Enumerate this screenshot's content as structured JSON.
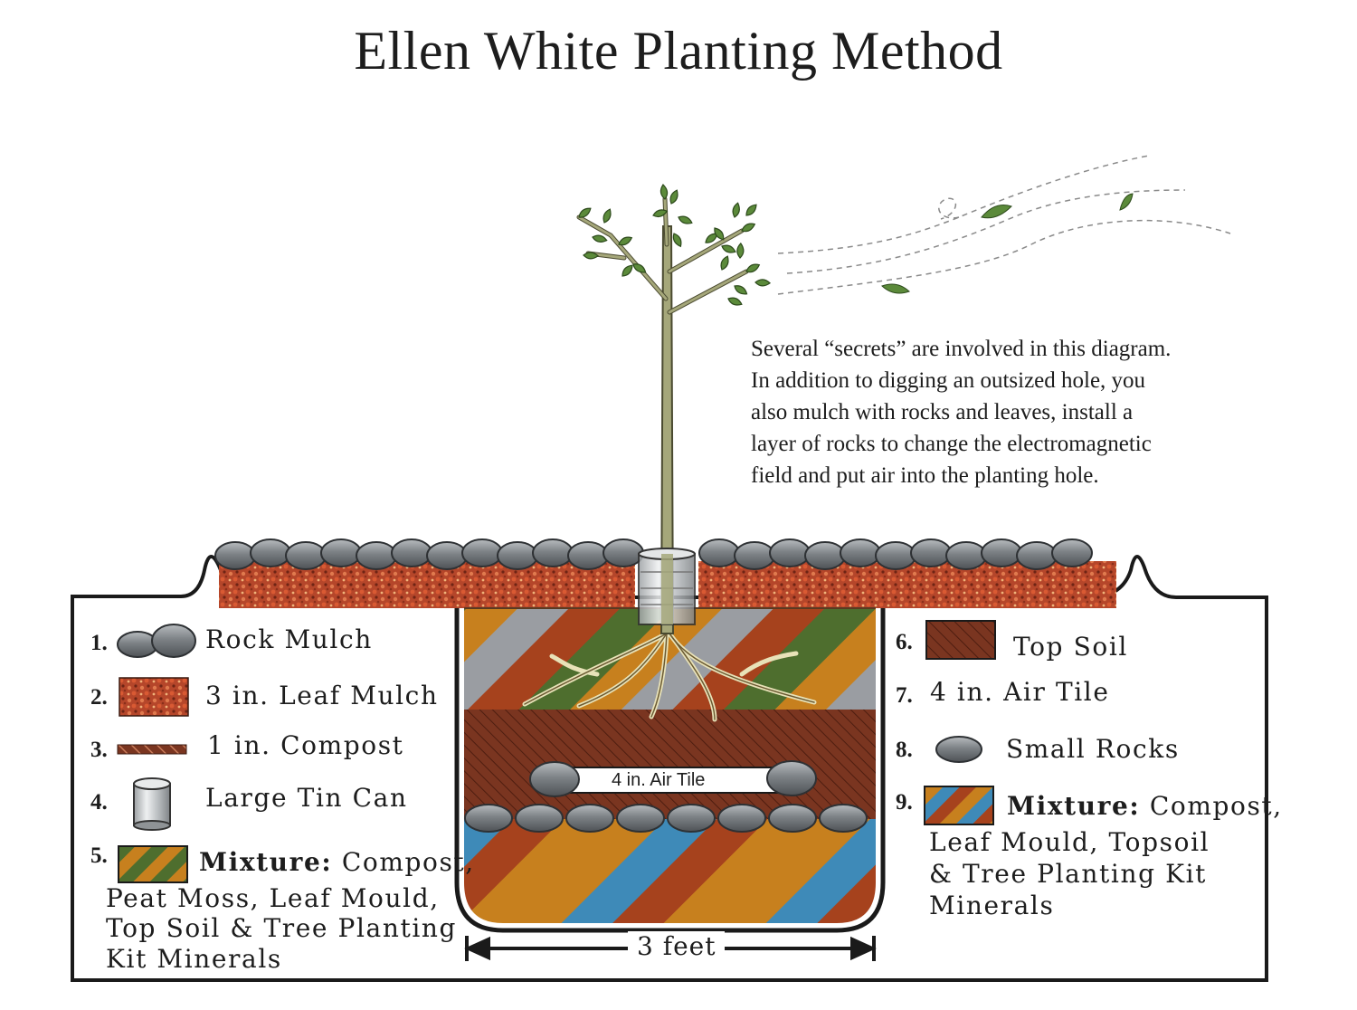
{
  "title": "Ellen White Planting Method",
  "description": {
    "lines": [
      "Several “secrets” are involved in this diagram.",
      "In addition to digging an outsized hole, you",
      "also mulch with rocks and leaves, install a",
      "layer of rocks to change the electromagnetic",
      "field and put air into the planting hole."
    ]
  },
  "legend": {
    "items": [
      {
        "num": "1.",
        "label": "Rock Mulch",
        "icon": "rock-icon"
      },
      {
        "num": "2.",
        "label": "3 in. Leaf Mulch",
        "icon": "leaf-mulch-swatch"
      },
      {
        "num": "3.",
        "label": "1 in. Compost",
        "icon": "compost-swatch"
      },
      {
        "num": "4.",
        "label": "Large Tin Can",
        "icon": "tin-can-icon"
      },
      {
        "num": "5.",
        "label_bold": "Mixture:",
        "label": "Compost,",
        "label_lines": [
          "Peat Moss, Leaf Mould,",
          "Top Soil & Tree Planting",
          "Kit Minerals"
        ],
        "icon": "mixture-swatch-green-orange"
      },
      {
        "num": "6.",
        "label": "Top Soil",
        "icon": "top-soil-swatch"
      },
      {
        "num": "7.",
        "label": "4 in. Air Tile"
      },
      {
        "num": "8.",
        "label": "Small Rocks",
        "icon": "small-rock-icon"
      },
      {
        "num": "9.",
        "label_bold": "Mixture:",
        "label": "Compost,",
        "label_lines": [
          "Leaf Mould, Topsoil",
          "& Tree Planting Kit",
          "Minerals"
        ],
        "icon": "mixture-swatch-blue-orange"
      }
    ]
  },
  "diagram": {
    "air_tile_label": "4 in. Air Tile",
    "width_label": "3 feet"
  },
  "colors": {
    "rock": "#7d8286",
    "leaf_mulch": "#b5462a",
    "top_soil": "#7a3520",
    "mix_green": "#4e6e2e",
    "mix_orange": "#c7801e",
    "mix_rust": "#a6421d",
    "mix_gray": "#9a9da2",
    "mix_blue": "#3e8ab8",
    "outline": "#1a1a1a",
    "leaf_green": "#5b8a3a",
    "trunk": "#a5a77a"
  }
}
